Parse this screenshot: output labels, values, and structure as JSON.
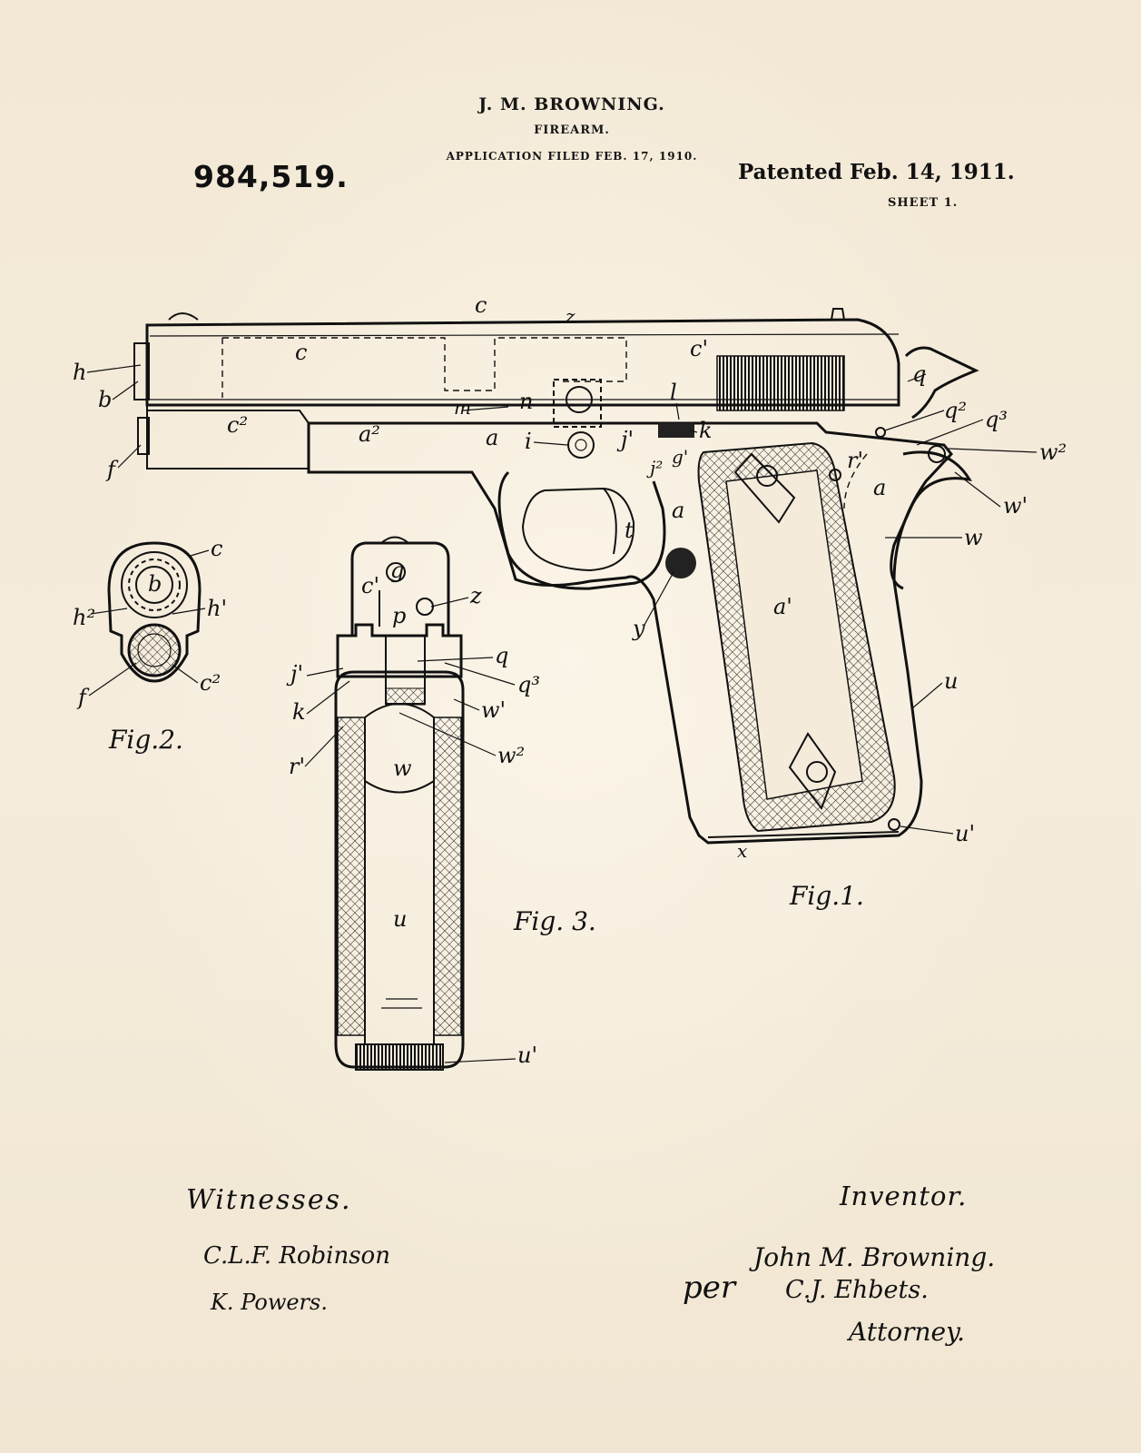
{
  "header": {
    "inventor": "J. M. BROWNING.",
    "subject": "FIREARM.",
    "filed": "APPLICATION FILED FEB. 17, 1910.",
    "patent_number": "984,519.",
    "patented": "Patented Feb. 14, 1911.",
    "sheet": "SHEET 1."
  },
  "figures": {
    "fig1": {
      "caption": "Fig.1.",
      "labels": {
        "c": "c",
        "c_top": "c",
        "z": "z",
        "c1": "c'",
        "h": "h",
        "b": "b",
        "f": "f",
        "c2": "c²",
        "a2": "a²",
        "m": "m",
        "n": "n",
        "a_mid": "a",
        "i": "i",
        "j1": "j'",
        "l": "l",
        "k": "k",
        "j2": "j²",
        "g1": "g'",
        "q": "q",
        "q2": "q²",
        "q3": "q³",
        "w2": "w²",
        "r1": "r'",
        "a_right": "a",
        "w1": "w'",
        "w": "w",
        "t": "t",
        "a_trigger": "a",
        "y": "y",
        "a1": "a'",
        "u": "u",
        "u1": "u'",
        "x": "x"
      }
    },
    "fig2": {
      "caption": "Fig.2.",
      "labels": {
        "c": "c",
        "b": "b",
        "h2": "h²",
        "h1": "h'",
        "f": "f",
        "c2": "c²"
      }
    },
    "fig3": {
      "caption": "Fig. 3.",
      "labels": {
        "c1": "c'",
        "g": "g",
        "p": "p",
        "z": "z",
        "q": "q",
        "q3": "q³",
        "j1": "j'",
        "k": "k",
        "w1": "w'",
        "r1": "r'",
        "w2": "w²",
        "w": "w",
        "u": "u",
        "u1": "u'"
      }
    }
  },
  "signatures": {
    "witnesses_label": "Witnesses.",
    "witness_1": "C.L.F. Robinson",
    "witness_2": "K. Powers.",
    "inventor_label": "Inventor.",
    "per": "per",
    "inventor_signature": "John M. Browning.",
    "attorney_signature": "C.J. Ehbets.",
    "attorney_label": "Attorney."
  }
}
